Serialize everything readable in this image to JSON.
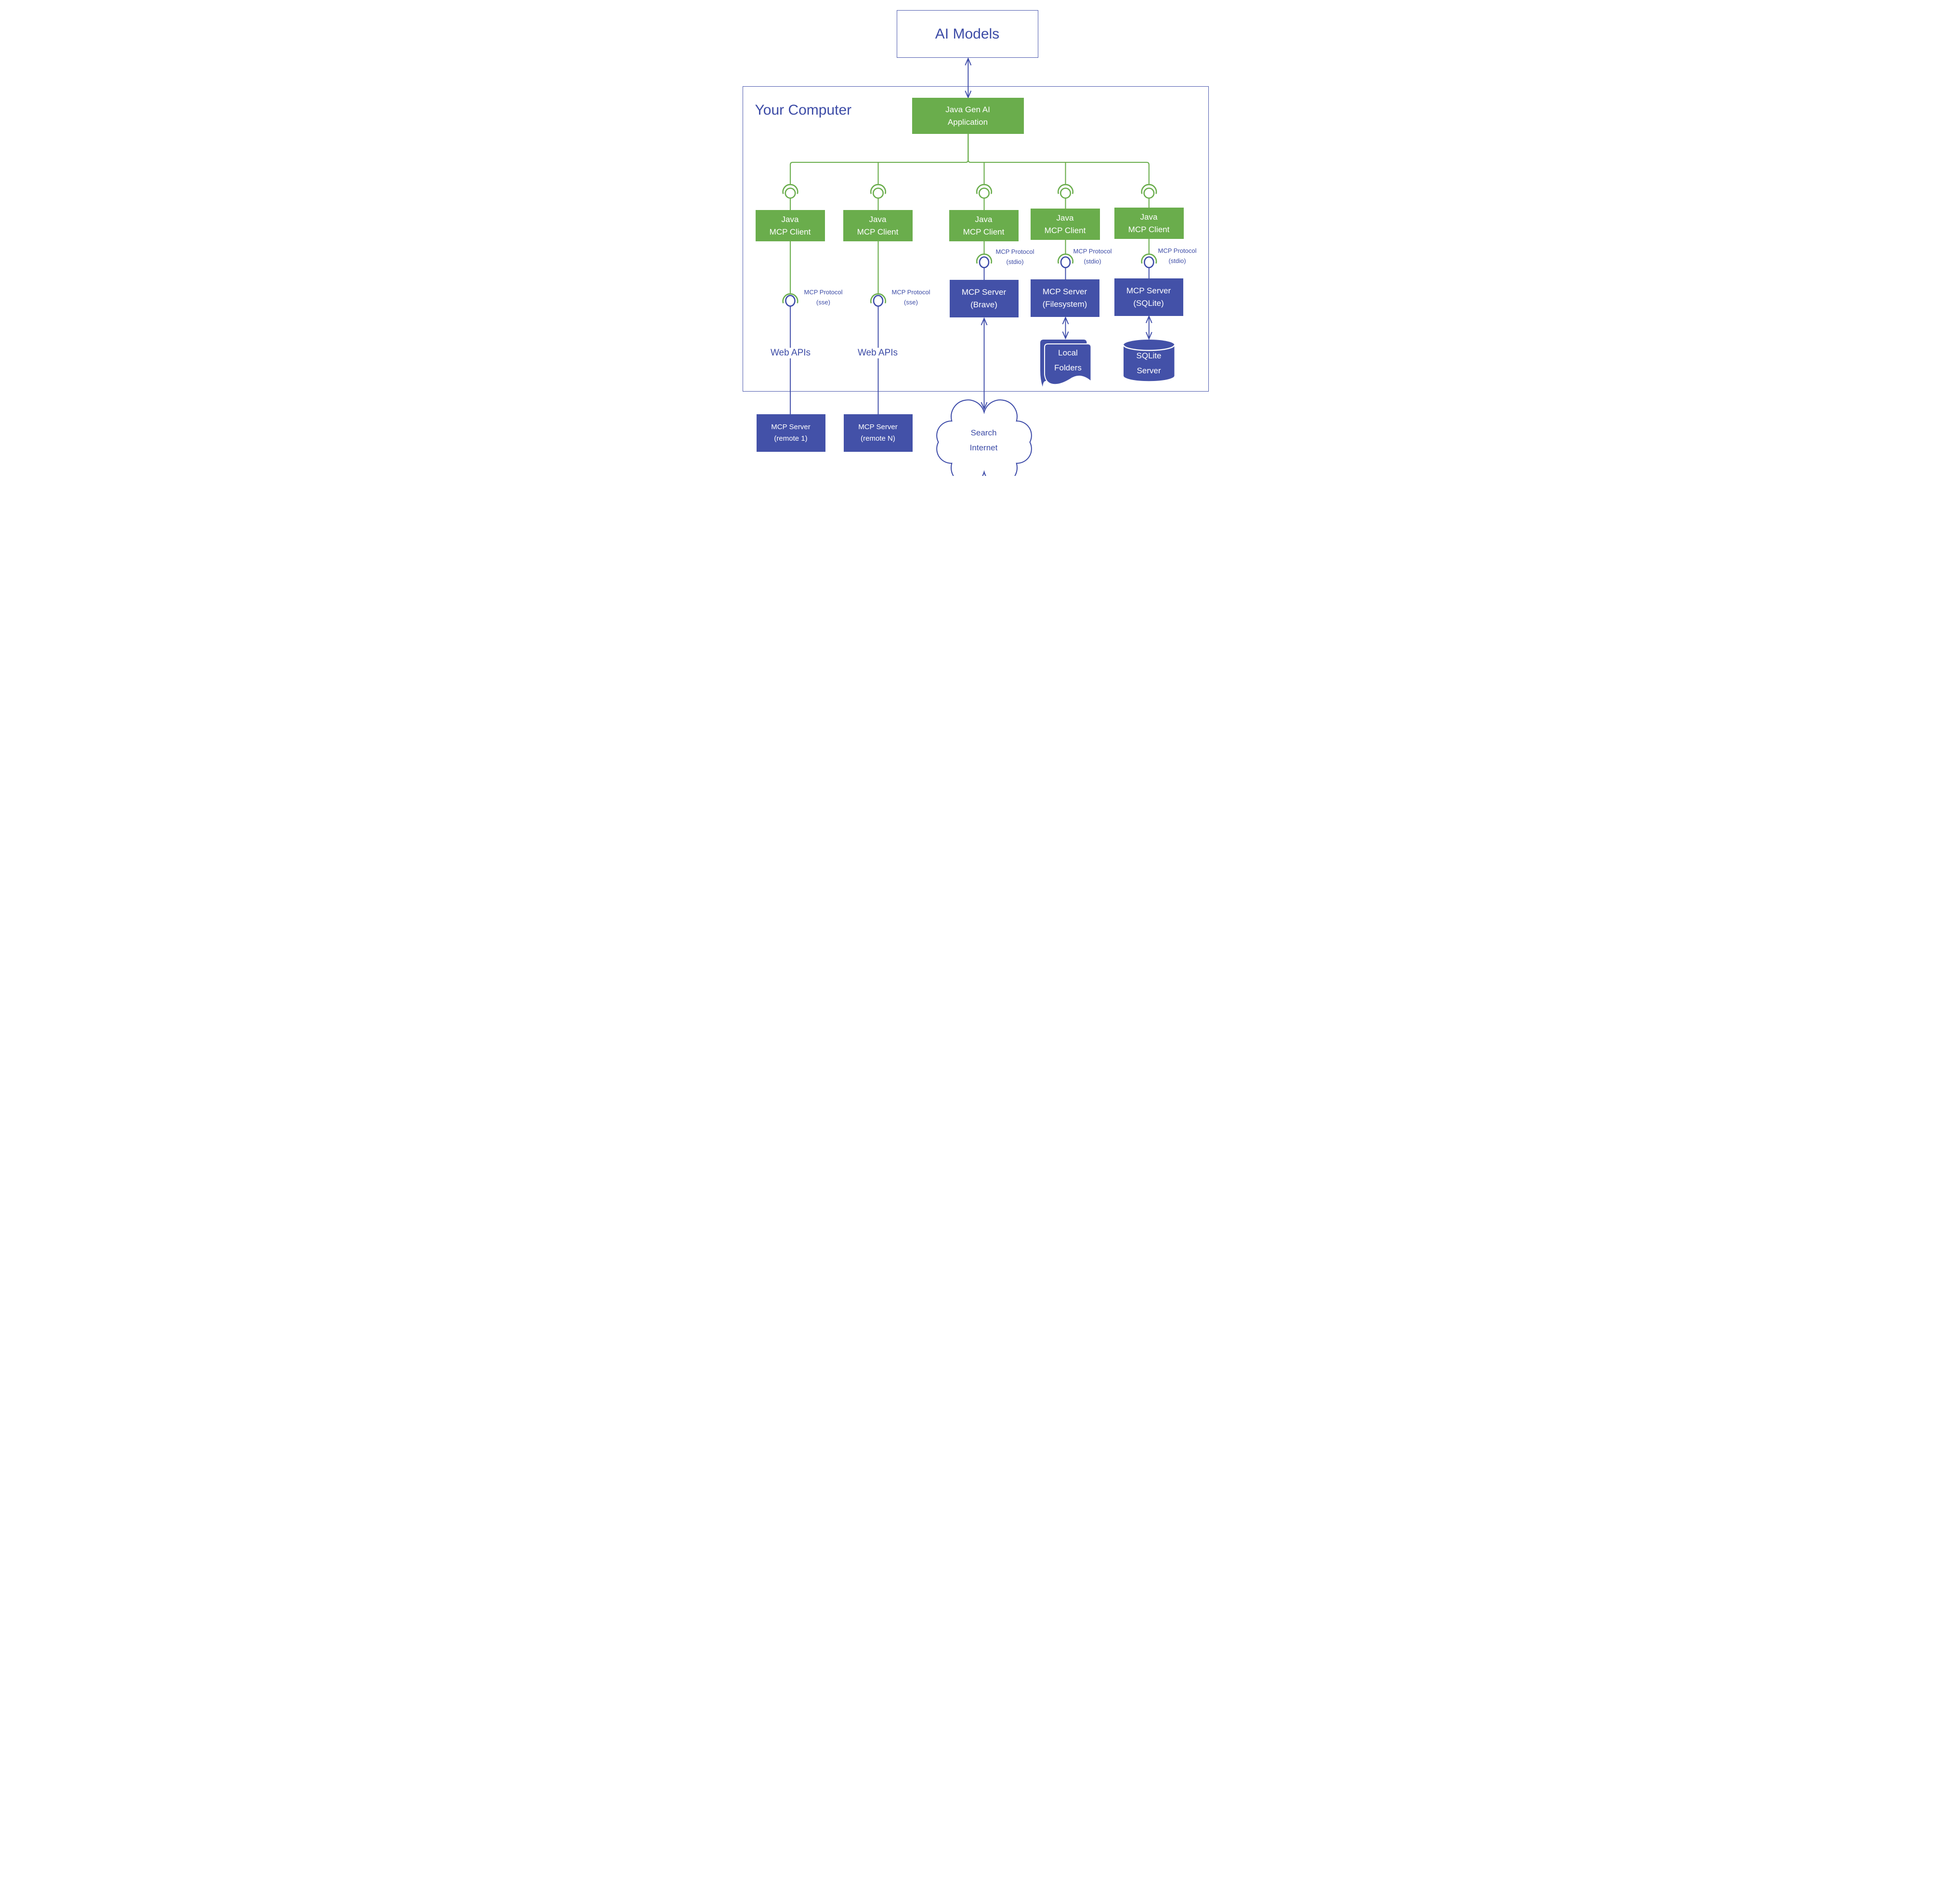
{
  "colors": {
    "green": "#6aad4c",
    "blue_fill": "#4351a8",
    "blue_line": "#3c4aa8",
    "blue_text": "#3c4ba6",
    "blue_border": "#4c59ad",
    "white": "#ffffff"
  },
  "ai_models": {
    "label": "AI Models"
  },
  "your_computer": {
    "label": "Your Computer"
  },
  "app": {
    "line1": "Java Gen AI",
    "line2": "Application"
  },
  "clients": [
    {
      "line1": "Java",
      "line2": "MCP Client"
    },
    {
      "line1": "Java",
      "line2": "MCP Client"
    },
    {
      "line1": "Java",
      "line2": "MCP Client"
    },
    {
      "line1": "Java",
      "line2": "MCP Client"
    },
    {
      "line1": "Java",
      "line2": "MCP Client"
    }
  ],
  "sse_labels": [
    {
      "line1": "MCP Protocol",
      "line2": "(sse)"
    },
    {
      "line1": "MCP Protocol",
      "line2": "(sse)"
    }
  ],
  "stdio_labels": [
    {
      "line1": "MCP Protocol",
      "line2": "(stdio)"
    },
    {
      "line1": "MCP Protocol",
      "line2": "(stdio)"
    },
    {
      "line1": "MCP Protocol",
      "line2": "(stdio)"
    }
  ],
  "web_apis": [
    "Web APIs",
    "Web APIs"
  ],
  "servers": [
    {
      "line1": "MCP Server",
      "line2": "(Brave)"
    },
    {
      "line1": "MCP Server",
      "line2": "(Filesystem)"
    },
    {
      "line1": "MCP Server",
      "line2": "(SQLite)"
    }
  ],
  "remotes": [
    {
      "line1": "MCP Server",
      "line2": "(remote 1)"
    },
    {
      "line1": "MCP Server",
      "line2": "(remote N)"
    }
  ],
  "folder": {
    "line1": "Local",
    "line2": "Folders"
  },
  "cylinder": {
    "line1": "SQLite",
    "line2": "Server"
  },
  "cloud": {
    "line1": "Search",
    "line2": "Internet"
  }
}
